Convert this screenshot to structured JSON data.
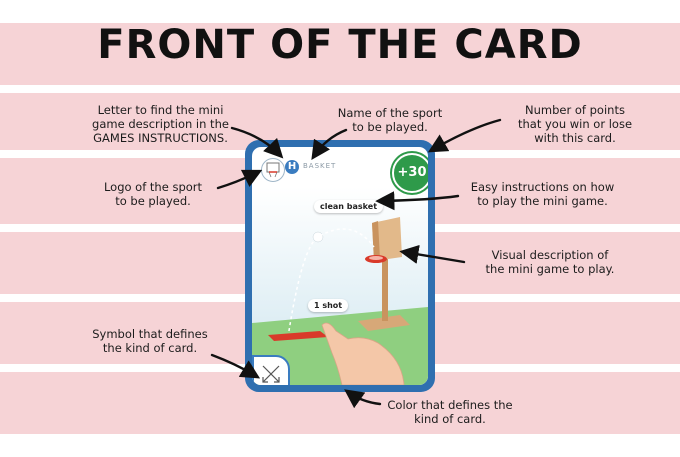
{
  "title": "FRONT OF THE  CARD",
  "annotations": {
    "letter": [
      "Letter to find the mini",
      "game description in the",
      "GAMES INSTRUCTIONS."
    ],
    "sport_name": [
      "Name of the sport",
      "to be played."
    ],
    "points": [
      "Number of points",
      "that you win or lose",
      "with this card."
    ],
    "logo": [
      "Logo of the sport",
      "to be played."
    ],
    "instructions": [
      "Easy instructions on how",
      "to play the mini game."
    ],
    "visual": [
      "Visual description of",
      "the mini game to play."
    ],
    "symbol": [
      "Symbol that defines",
      "the kind of card."
    ],
    "color": [
      "Color that defines the",
      "kind of card."
    ]
  },
  "card": {
    "letter": "H",
    "sport": "BASKET",
    "points": "+30",
    "instruction": "clean basket",
    "shots": "1 shot"
  },
  "icons": [
    "basket-logo-icon",
    "crossed-arrows-icon",
    "pointing-hand-icon",
    "arrow-icon"
  ],
  "colors": {
    "band": "#f6d3d6",
    "card_border": "#2f6fb0",
    "points_badge": "#2e9a4a",
    "sky": "#cfe6ef",
    "ground": "#8fcf80"
  }
}
